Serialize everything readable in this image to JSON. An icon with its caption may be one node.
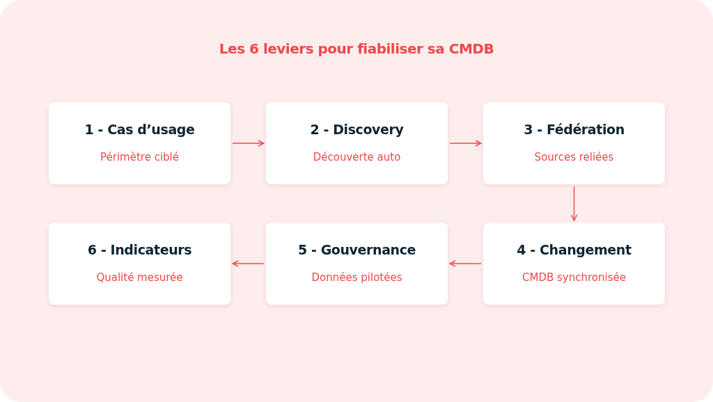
{
  "diagram": {
    "title": "Les 6 leviers pour fiabiliser sa CMDB",
    "nodes": [
      {
        "text": [
          "1 - Cas d’usage",
          "Périmètre ciblé"
        ]
      },
      {
        "text": [
          "2 - Discovery",
          "Découverte auto"
        ]
      },
      {
        "text": [
          "3 - Fédération",
          "Sources reliées"
        ]
      },
      {
        "text": [
          "4 - Changement",
          "CMDB synchronisée"
        ]
      },
      {
        "text": [
          "5 - Gouvernance",
          "Données pilotées"
        ]
      },
      {
        "text": [
          "6 - Indicateurs",
          "Qualité mesurée"
        ]
      }
    ],
    "edges": [
      {
        "from": 0,
        "to": 1,
        "arrow": "to"
      },
      {
        "from": 1,
        "to": 2,
        "arrow": "to"
      },
      {
        "from": 2,
        "to": 3,
        "arrow": "to"
      },
      {
        "from": 3,
        "to": 4,
        "arrow": "to"
      },
      {
        "from": 4,
        "to": 5,
        "arrow": "to"
      }
    ]
  }
}
